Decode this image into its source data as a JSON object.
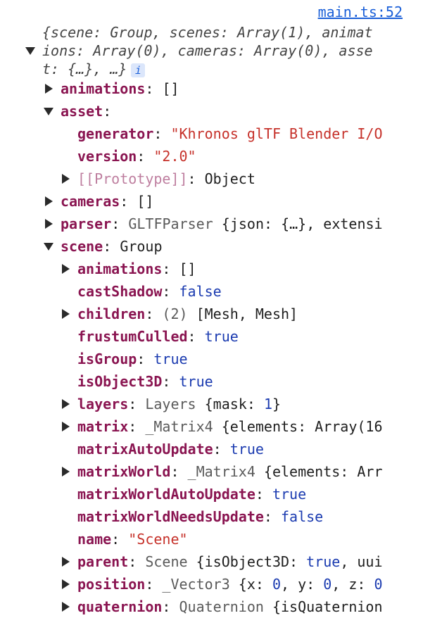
{
  "source_link": "main.ts:52",
  "summary": {
    "line1": "{scene: Group, scenes: Array(1), animat",
    "line2": "ions: Array(0), cameras: Array(0), asse",
    "line3": "t: {…}, …}",
    "info_badge": "i"
  },
  "rows": {
    "animations": {
      "key": "animations",
      "sep": ": ",
      "value": "[]"
    },
    "asset": {
      "key": "asset",
      "sep": ":"
    },
    "generator": {
      "key": "generator",
      "sep": ": ",
      "value": "\"Khronos glTF Blender I/O"
    },
    "version": {
      "key": "version",
      "sep": ": ",
      "value": "\"2.0\""
    },
    "prototype": {
      "key": "[[Prototype]]",
      "sep": ": ",
      "value": "Object"
    },
    "cameras": {
      "key": "cameras",
      "sep": ": ",
      "value": "[]"
    },
    "parser": {
      "key": "parser",
      "sep": ": ",
      "cls": "GLTFParser ",
      "value": "{json: {…}, extensi"
    },
    "scene": {
      "key": "scene",
      "sep": ": ",
      "value": "Group"
    },
    "s_animations": {
      "key": "animations",
      "sep": ": ",
      "value": "[]"
    },
    "castShadow": {
      "key": "castShadow",
      "sep": ": ",
      "value": "false"
    },
    "children": {
      "key": "children",
      "sep": ": ",
      "count": "(2) ",
      "value": "[Mesh, Mesh]"
    },
    "frustumCulled": {
      "key": "frustumCulled",
      "sep": ": ",
      "value": "true"
    },
    "isGroup": {
      "key": "isGroup",
      "sep": ": ",
      "value": "true"
    },
    "isObject3D": {
      "key": "isObject3D",
      "sep": ": ",
      "value": "true"
    },
    "layers": {
      "key": "layers",
      "sep": ": ",
      "cls": "Layers ",
      "pre": "{mask: ",
      "num": "1",
      "post": "}"
    },
    "matrix": {
      "key": "matrix",
      "sep": ": ",
      "cls": "_Matrix4 ",
      "value": "{elements: Array(16"
    },
    "matrixAutoUpdate": {
      "key": "matrixAutoUpdate",
      "sep": ": ",
      "value": "true"
    },
    "matrixWorld": {
      "key": "matrixWorld",
      "sep": ": ",
      "cls": "_Matrix4 ",
      "value": "{elements: Arr"
    },
    "matrixWorldAutoUpdate": {
      "key": "matrixWorldAutoUpdate",
      "sep": ": ",
      "value": "true"
    },
    "matrixWorldNeedsUpdate": {
      "key": "matrixWorldNeedsUpdate",
      "sep": ": ",
      "value": "false"
    },
    "name": {
      "key": "name",
      "sep": ": ",
      "value": "\"Scene\""
    },
    "parent": {
      "key": "parent",
      "sep": ": ",
      "cls": "Scene ",
      "pre": "{isObject3D: ",
      "kw": "true",
      "post": ", uui"
    },
    "position": {
      "key": "position",
      "sep": ": ",
      "cls": "_Vector3 ",
      "pre": "{x: ",
      "n1": "0",
      "mid1": ", y: ",
      "n2": "0",
      "mid2": ", z: ",
      "n3": "0"
    },
    "quaternion": {
      "key": "quaternion",
      "sep": ": ",
      "cls": "Quaternion ",
      "value": "{isQuaternion"
    }
  }
}
